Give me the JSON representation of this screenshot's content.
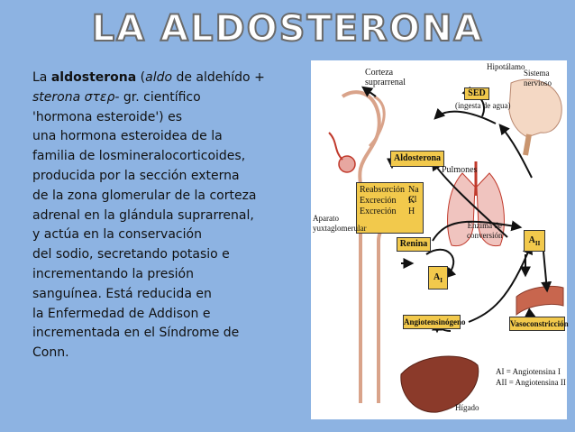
{
  "title": "LA ALDOSTERONA",
  "text": {
    "w1": "La ",
    "w2": "aldosterona",
    "w3": " (",
    "w4": "aldo",
    "w5": " de aldehído +",
    "w6": "sterona στερ-",
    "w7": " gr. científico\n'hormona esteroide') es\nuna hormona esteroidea de la\nfamilia de losmineralocorticoides,\nproducida por la sección externa\nde la zona glomerular de la corteza\nadrenal en la glándula suprarrenal,\ny actúa en la conservación\ndel sodio, secretando potasio e\nincrementando la presión\nsanguínea. Está reducida en\nla Enfermedad de Addison e\nincrementada en el Síndrome de\nConn."
  },
  "diagram": {
    "corteza": "Corteza\nsuprarrenal",
    "hipotalamo": "Hipotálamo",
    "sistema": "Sistema nervioso",
    "sed": "SED",
    "sed_sub": "(ingesta de agua)",
    "aldosterona": "Aldosterona",
    "pulmones": "Pulmones",
    "reab_1": "Reabsorción",
    "reab_1v": "Na Cl",
    "reab_2": "Excreción",
    "reab_2v": "K",
    "reab_3": "Excreción",
    "reab_3v": "H",
    "aparato": "Aparato\nyuxtaglomerular",
    "renina": "Renina",
    "enzima": "Enzima de\nconversión",
    "a2": "A",
    "a2_sub": "II",
    "a1": "A",
    "a1_sub": "I",
    "angiotensinogeno": "Angiotensinógeno",
    "vasoconstriccion": "Vasoconstricción",
    "higado": "Hígado",
    "eq1": "AI = Angiotensina I",
    "eq2": "AII = Angiotensina II"
  },
  "colors": {
    "background": "#8db3e2",
    "box": "#f2c94c",
    "arrow": "#111111",
    "organ_red": "#c0392b",
    "liver": "#8b3a2a"
  }
}
